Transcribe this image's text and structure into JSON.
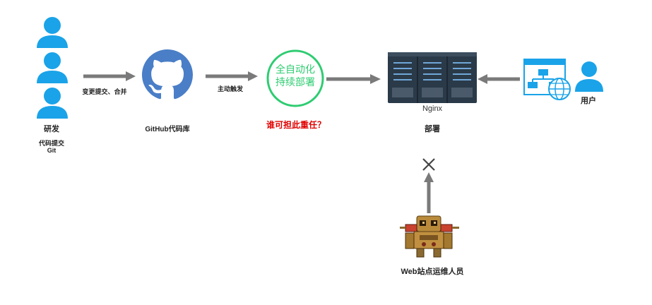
{
  "developer": {
    "label": "研发",
    "sub_line1": "代码提交",
    "sub_line2": "Git"
  },
  "arrow_commit": {
    "label": "变更提交、合并"
  },
  "github": {
    "label": "GitHub代码库"
  },
  "arrow_trigger": {
    "label": "主动触发"
  },
  "ci": {
    "line1": "全自动化",
    "line2": "持续部署",
    "question": "谁可担此重任？"
  },
  "server": {
    "name": "Nginx",
    "label": "部署"
  },
  "user": {
    "label": "用户"
  },
  "robot": {
    "label": "Web站点运维人员"
  },
  "colors": {
    "person_blue": "#1aa3e8",
    "github_blue": "#4a7ec7",
    "ci_green": "#2ecc71",
    "question_red": "#e00000",
    "arrow_gray": "#7a7a7a",
    "server_dark": "#2b3a48"
  }
}
